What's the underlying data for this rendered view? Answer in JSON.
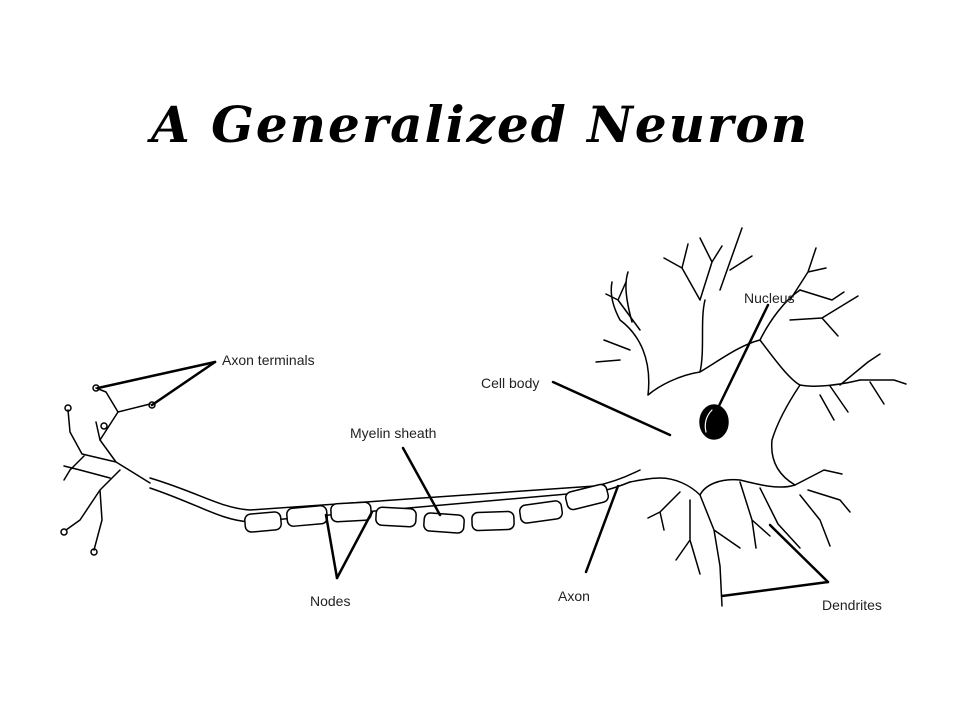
{
  "title": "A Generalized Neuron",
  "labels": {
    "nucleus": "Nucleus",
    "axon_terminals": "Axon terminals",
    "cell_body": "Cell body",
    "myelin_sheath": "Myelin sheath",
    "nodes": "Nodes",
    "axon": "Axon",
    "dendrites": "Dendrites"
  },
  "colors": {
    "line": "#000000",
    "background": "#ffffff"
  }
}
